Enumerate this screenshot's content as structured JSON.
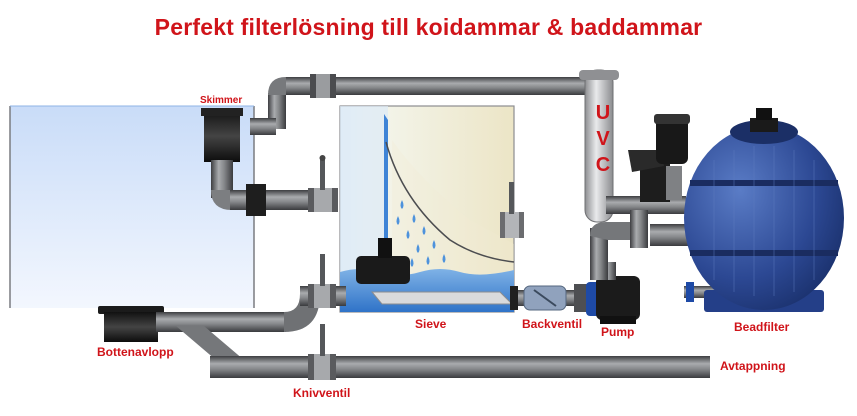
{
  "title": "Perfekt filterlösning till koidammar & baddammar",
  "labels": {
    "skimmer": "Skimmer",
    "uvc": "UVC",
    "sieve": "Sieve",
    "backventil": "Backventil",
    "pump": "Pump",
    "beadfilter": "Beadfilter",
    "bottenavlopp": "Bottenavlopp",
    "knivventil": "Knivventil",
    "avtappning": "Avtappning"
  },
  "colors": {
    "label_red": "#d0141a",
    "pond_water": "#d6e6fb",
    "pipe_grey": "#6f7073",
    "filter_blue": "#2d4a93",
    "sieve_beige": "#efe9cf"
  }
}
